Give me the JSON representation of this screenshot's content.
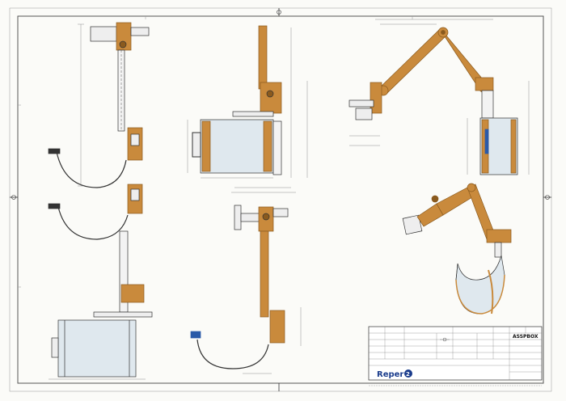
{
  "title_block": {
    "drawing_title": "ASSPBOX",
    "logo_text": "Reper",
    "logo_mark": "2"
  },
  "colors": {
    "arm": "#c98a3c",
    "arm_dark": "#8a5a1e",
    "line": "#333333",
    "dim_line": "#777777",
    "shield": "#dfe8ee",
    "blue_accent": "#2a5aa8"
  }
}
